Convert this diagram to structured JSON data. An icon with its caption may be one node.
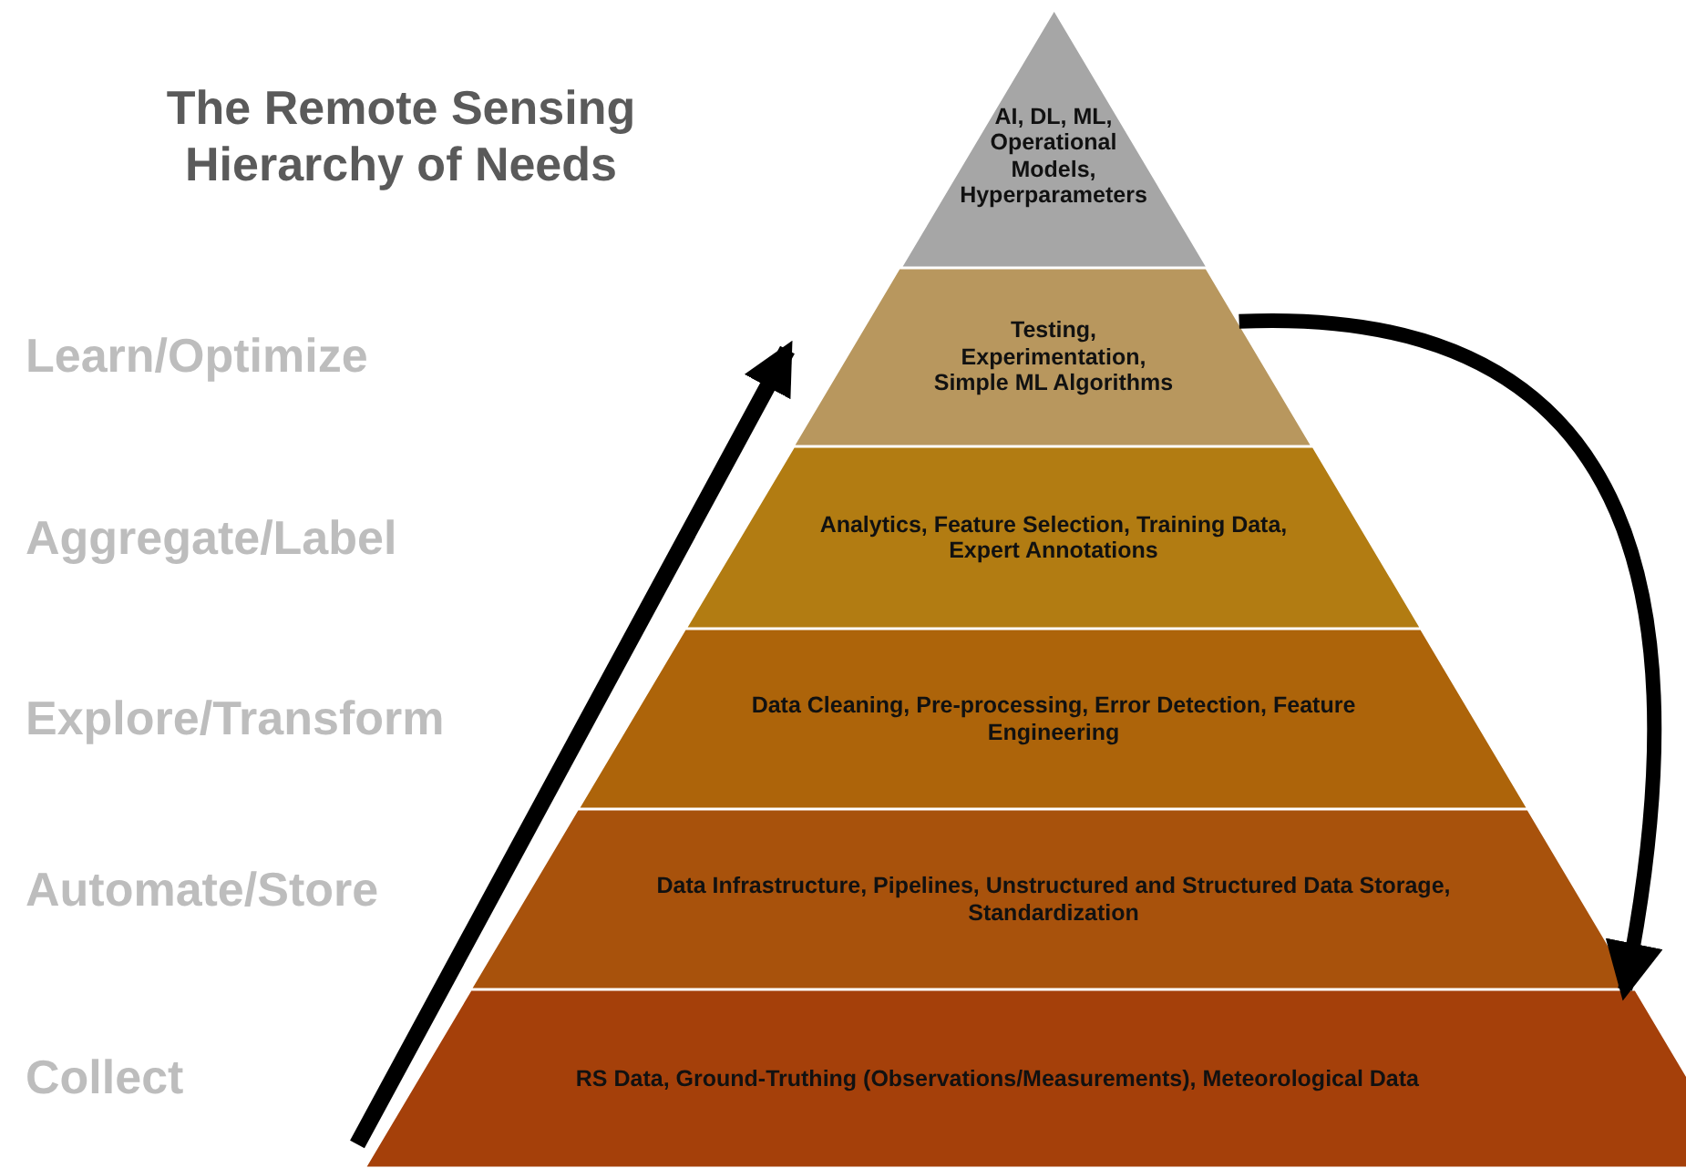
{
  "diagram": {
    "title": "The Remote Sensing Hierarchy of Needs",
    "nodes": [
      {
        "text": [
          "AI, DL, ML, Operational Models, Hyperparameters"
        ]
      },
      {
        "text": [
          "Testing, Experimentation, Simple ML Algorithms"
        ]
      },
      {
        "text": [
          "Analytics, Feature Selection, Training Data, Expert Annotations"
        ]
      },
      {
        "text": [
          "Data Cleaning, Pre-processing, Error Detection, Feature Engineering"
        ]
      },
      {
        "text": [
          "Data Infrastructure, Pipelines, Unstructured and Structured Data Storage, Standardization"
        ]
      },
      {
        "text": [
          "RS Data, Ground-Truthing (Observations/Measurements), Meteorological Data"
        ]
      }
    ],
    "edges": [
      {
        "from": 1,
        "to": 5,
        "arrow": "to"
      }
    ],
    "labels": [
      "Learn/Optimize",
      "Aggregate/Label",
      "Explore/Transform",
      "Automate/Store",
      "Collect"
    ]
  }
}
